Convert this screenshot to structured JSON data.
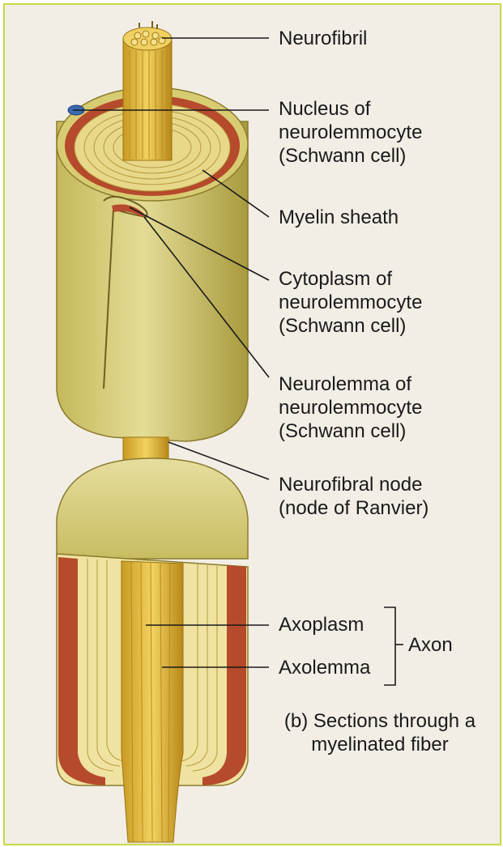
{
  "labels": {
    "neurofibril": "Neurofibril",
    "nucleus": "Nucleus of\nneurolemmocyte\n(Schwann cell)",
    "myelin_sheath": "Myelin sheath",
    "cytoplasm": "Cytoplasm of\nneurolemmocyte\n(Schwann cell)",
    "neurolemma": "Neurolemma of\nneurolemmocyte\n(Schwann cell)",
    "node": "Neurofibral node\n(node of Ranvier)",
    "axoplasm": "Axoplasm",
    "axolemma": "Axolemma",
    "axon": "Axon"
  },
  "caption": "(b) Sections through a\nmyelinated fiber",
  "colors": {
    "background": "#f2eee6",
    "frame": "#c8d84a",
    "sheath_yellow": "#d8cc72",
    "myelin_red": "#b64a2c",
    "axon_gold": "#e0b83a",
    "nucleus_blue": "#3a6ab0",
    "leader_line": "#1a1a1a"
  }
}
